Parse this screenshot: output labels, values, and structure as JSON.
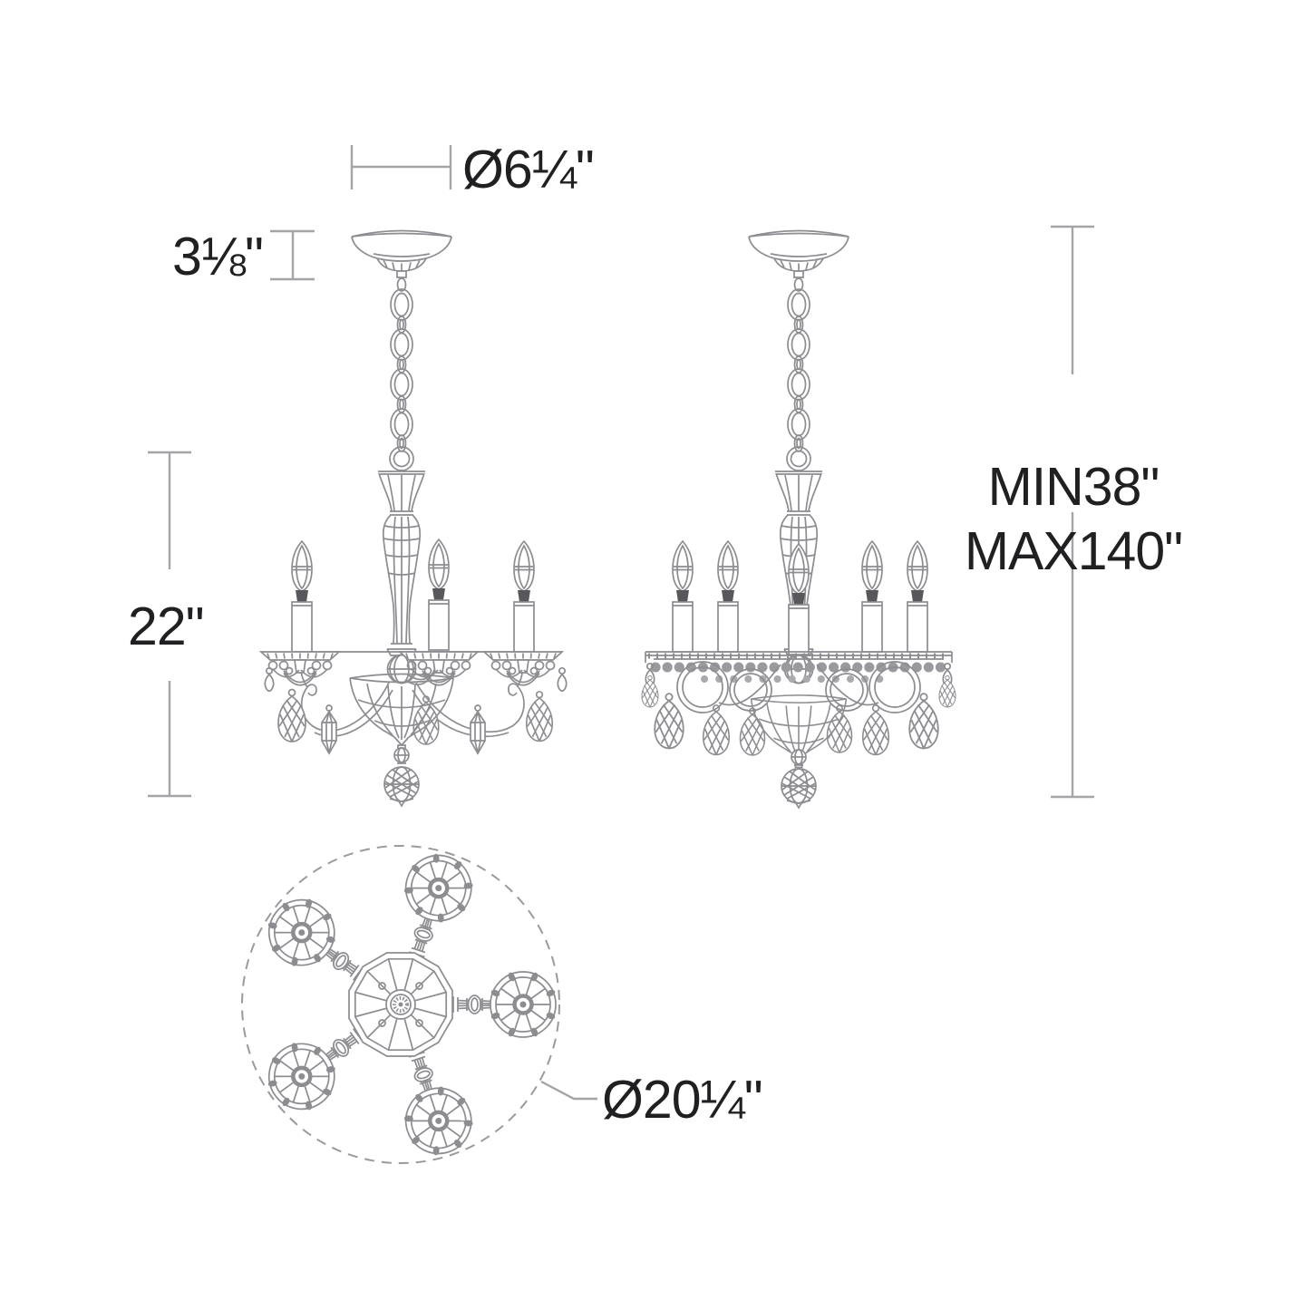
{
  "diagram": {
    "kind": "product-dimension-diagram",
    "background": "#ffffff",
    "drawing_line_color": "#8c8c91",
    "dimension_line_color": "#a4a4a8",
    "label_text_color": "#202023",
    "labels": {
      "canopy_diameter": "Ø6¼\"",
      "canopy_height": "3⅛\"",
      "body_height": "22\"",
      "suspension_min": "MIN38\"",
      "suspension_max": "MAX140\"",
      "fixture_diameter": "Ø20¼\""
    },
    "views": [
      "chandelier-front-elevation",
      "chandelier-side-elevation",
      "chandelier-top-plan"
    ]
  }
}
